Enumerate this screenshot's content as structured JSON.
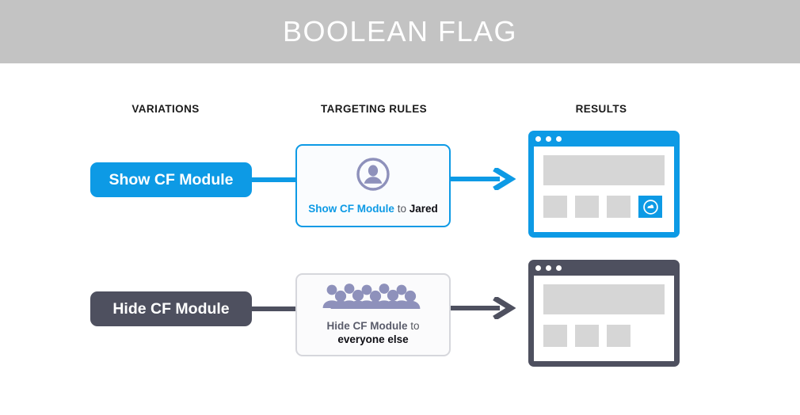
{
  "header": {
    "title": "BOOLEAN FLAG",
    "background": "#c3c3c3",
    "text_color": "#ffffff"
  },
  "columns": {
    "variations": "VARIATIONS",
    "targeting_rules": "TARGETING RULES",
    "results": "RESULTS"
  },
  "colors": {
    "accent_blue": "#0d9ae5",
    "slate": "#4e505f",
    "people_icon": "#8e91bb",
    "placeholder_gray": "#d6d6d6",
    "card_border_gray": "#d6d7dc"
  },
  "rows": [
    {
      "id": "show",
      "variation_label": "Show CF Module",
      "variation_style": "blue",
      "rule": {
        "icon": "single-person-icon",
        "rule_text_primary": "Show CF Module",
        "rule_text_connector": "to",
        "rule_text_target": "Jared",
        "style": "blue"
      },
      "arrow_style": "blue",
      "result": {
        "window_style": "blue",
        "dots": 3,
        "has_cf_badge": true,
        "tiles": 3,
        "badge_icon": "cloudflare-badge-icon"
      }
    },
    {
      "id": "hide",
      "variation_label": "Hide CF Module",
      "variation_style": "slate",
      "rule": {
        "icon": "crowd-people-icon",
        "rule_text_primary": "Hide CF Module",
        "rule_text_connector": "to",
        "rule_text_target": "everyone else",
        "style": "slate"
      },
      "arrow_style": "slate",
      "result": {
        "window_style": "slate",
        "dots": 3,
        "has_cf_badge": false,
        "tiles": 3,
        "badge_icon": ""
      }
    }
  ]
}
